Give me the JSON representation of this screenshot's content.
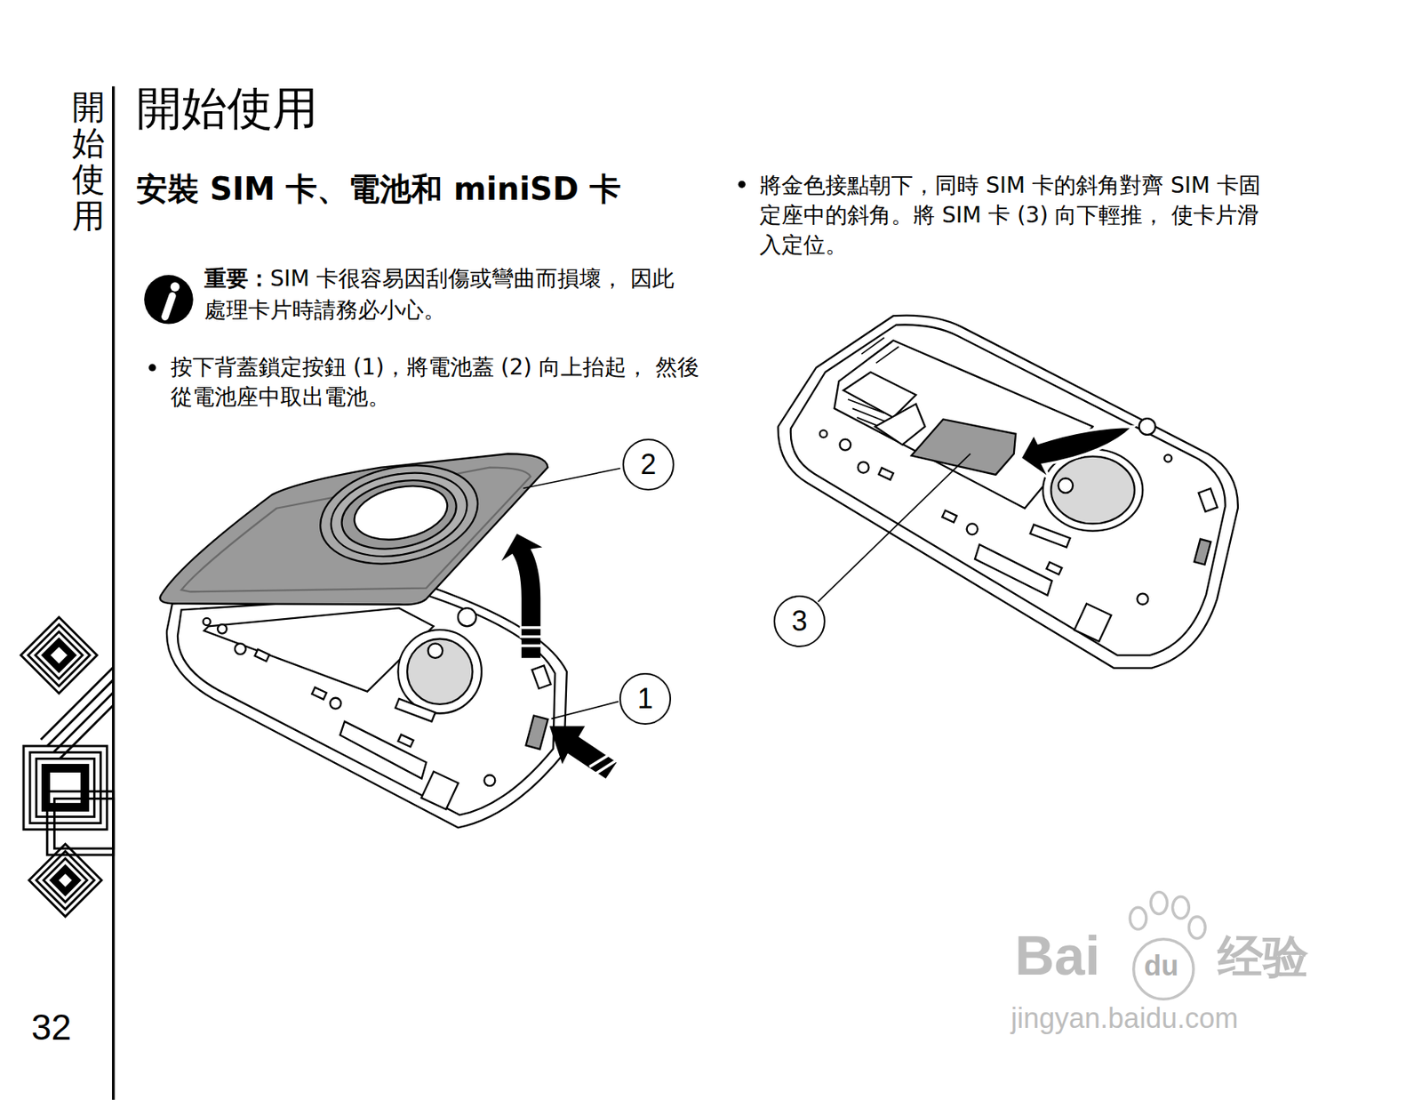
{
  "diagram": {
    "title": "開始使用",
    "nodes": [
      {
        "text": [
          "2"
        ]
      },
      {
        "text": [
          "1"
        ]
      },
      {
        "text": [
          "3"
        ]
      }
    ],
    "labels": [
      "開始使用",
      "安裝 SIM 卡、電池和 miniSD 卡",
      "重要：",
      "SIM 卡很容易因刮傷或彎曲而損壞， 因此處理卡片時請務必小心。",
      "按下背蓋鎖定按鈕 (1)，將電池蓋 (2) 向上抬起， 然後從電池座中取出電池。",
      "將金色接點朝下，同時 SIM 卡的斜角對齊 SIM 卡固定座中的斜角。將 SIM 卡 (3) 向下輕推， 使卡片滑入定位。",
      "32",
      "Bai",
      "du",
      "经验",
      "jingyan.baidu.com"
    ]
  }
}
